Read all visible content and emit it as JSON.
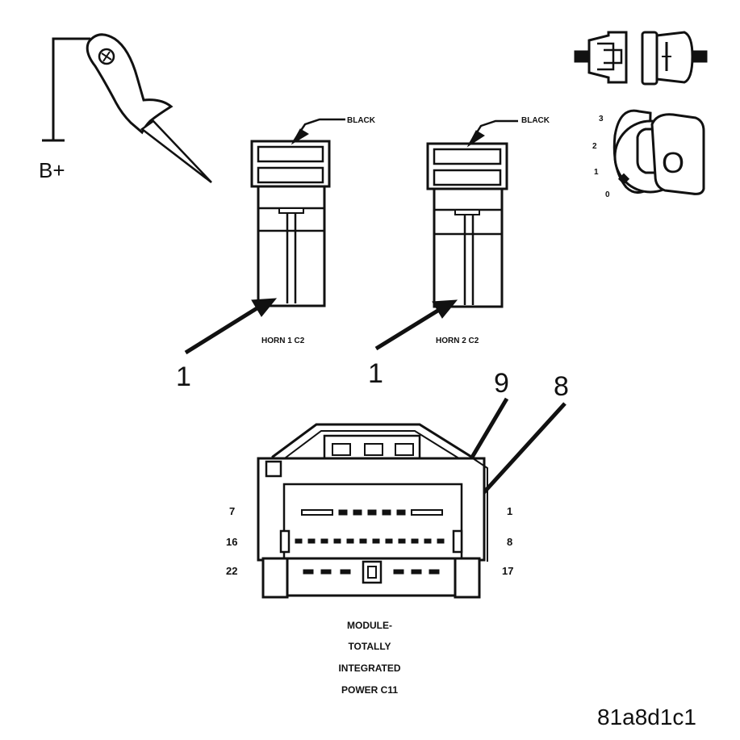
{
  "labels": {
    "battery": "B+",
    "wire_color_left": "BLACK",
    "wire_color_right": "BLACK",
    "horn1": "HORN 1 C2",
    "horn2": "HORN 2 C2",
    "callout_left": "1",
    "callout_right": "1",
    "callout_9": "9",
    "callout_8": "8",
    "pin_7": "7",
    "pin_1": "1",
    "pin_16": "16",
    "pin_8": "8",
    "pin_22": "22",
    "pin_17": "17",
    "module_line1": "MODULE-",
    "module_line2": "TOTALLY",
    "module_line3": "INTEGRATED",
    "module_line4": "POWER C11",
    "figure_code": "81a8d1c1",
    "ign_3": "3",
    "ign_2": "2",
    "ign_1": "1",
    "ign_0": "0",
    "key_symbol": "O"
  },
  "icons": [
    "test-light-icon",
    "ground-symbol-icon",
    "connector-disconnect-icon",
    "ignition-key-icon"
  ]
}
